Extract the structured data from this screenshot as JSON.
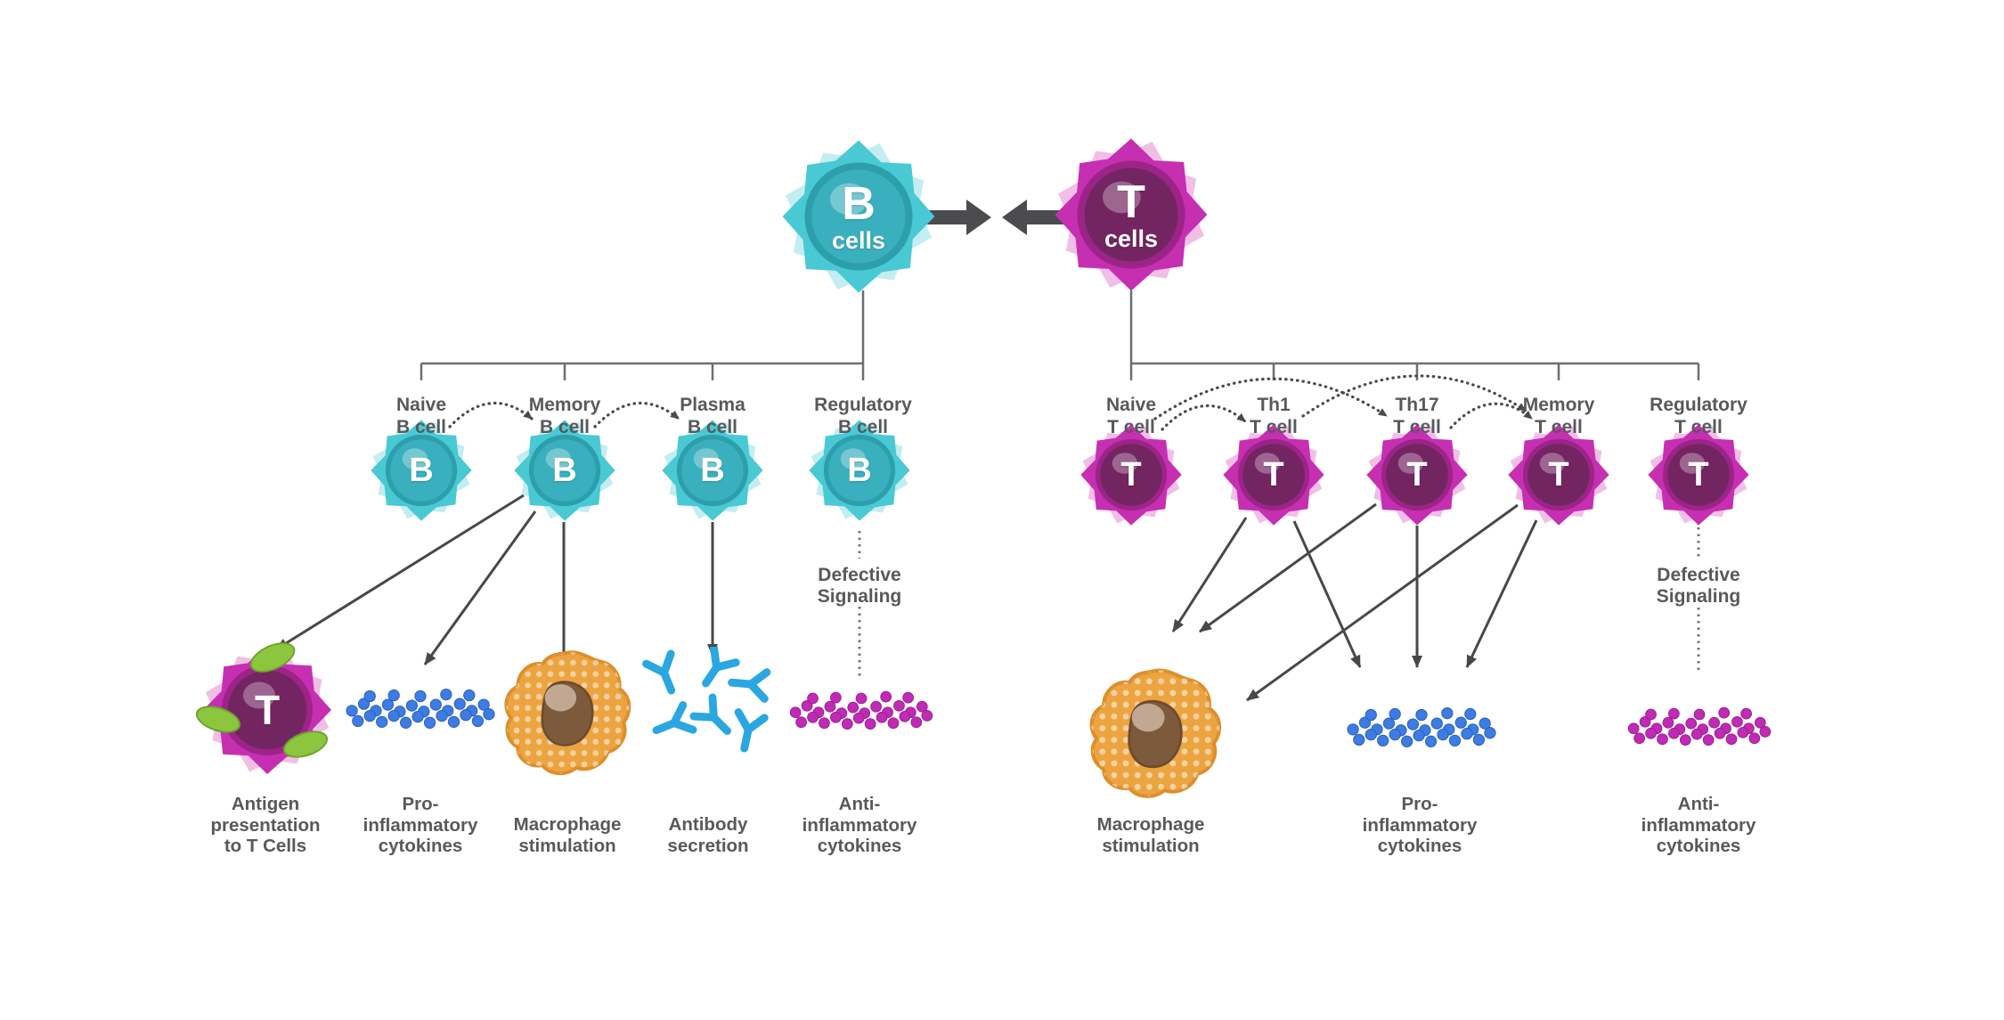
{
  "palette": {
    "b_cell_outer": "#49c9d3",
    "b_cell_core": "#3ab0be",
    "t_cell_outer": "#c62fb2",
    "t_cell_core": "#732561",
    "macrophage_body": "#eca440",
    "macrophage_nucleus": "#7d5a3c",
    "pro_inflammatory_dot": "#3d7ce2",
    "anti_inflammatory_dot": "#c02ab4",
    "antibody_blue": "#2aa7e0",
    "antigen_green": "#8cc63f",
    "arrow_gray": "#48484a",
    "text_gray": "#58595b"
  },
  "header": {
    "b": {
      "letter": "B",
      "word": "cells"
    },
    "t": {
      "letter": "T",
      "word": "cells"
    }
  },
  "b_lineage": {
    "branches": [
      {
        "label": "Naive\nB cell",
        "letter": "B"
      },
      {
        "label": "Memory\nB cell",
        "letter": "B"
      },
      {
        "label": "Plasma\nB cell",
        "letter": "B"
      },
      {
        "label": "Regulatory\nB cell",
        "letter": "B"
      }
    ],
    "defective_signaling": "Defective\nSignaling",
    "outcomes": [
      {
        "label": "Antigen\npresentation\nto T Cells",
        "icon": "t-cell-with-antigens",
        "letter": "T"
      },
      {
        "label": "Pro-\ninflammatory\ncytokines",
        "icon": "blue-cytokine-dots"
      },
      {
        "label": "Macrophage\nstimulation",
        "icon": "macrophage"
      },
      {
        "label": "Antibody\nsecretion",
        "icon": "antibodies"
      },
      {
        "label": "Anti-\ninflammatory\ncytokines",
        "icon": "magenta-cytokine-dots"
      }
    ]
  },
  "t_lineage": {
    "branches": [
      {
        "label": "Naive\nT cell",
        "letter": "T"
      },
      {
        "label": "Th1\nT cell",
        "letter": "T"
      },
      {
        "label": "Th17\nT cell",
        "letter": "T"
      },
      {
        "label": "Memory\nT cell",
        "letter": "T"
      },
      {
        "label": "Regulatory\nT cell",
        "letter": "T"
      }
    ],
    "defective_signaling": "Defective\nSignaling",
    "outcomes": [
      {
        "label": "Macrophage\nstimulation",
        "icon": "macrophage"
      },
      {
        "label": "Pro-\ninflammatory\ncytokines",
        "icon": "blue-cytokine-dots"
      },
      {
        "label": "Anti-\ninflammatory\ncytokines",
        "icon": "magenta-cytokine-dots"
      }
    ]
  }
}
